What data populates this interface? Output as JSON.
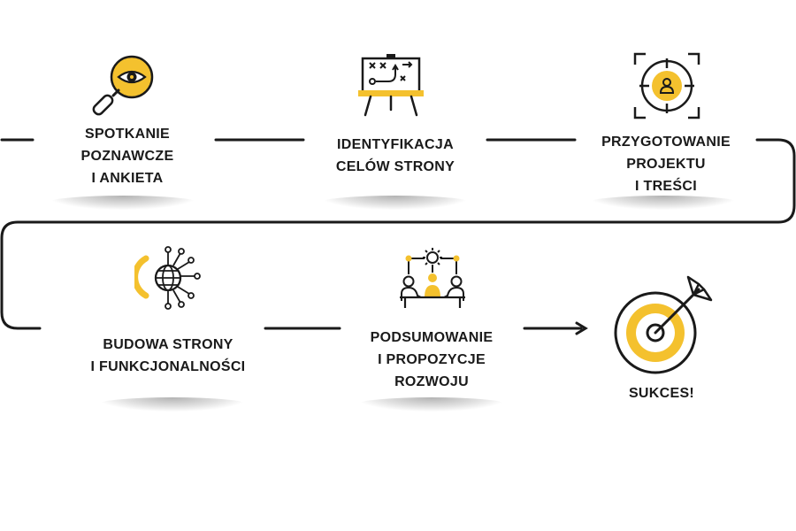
{
  "colors": {
    "accent": "#F4C12E",
    "ink": "#1a1a1a",
    "background": "#FFFFFF"
  },
  "steps": [
    {
      "label": "SPOTKANIE\nPOZNAWCZE\nI ANKIETA",
      "icon": "magnifier-eye-icon"
    },
    {
      "label": "IDENTYFIKACJA\nCELÓW STRONY",
      "icon": "strategy-board-icon"
    },
    {
      "label": "PRZYGOTOWANIE\nPROJEKTU\nI TREŚCI",
      "icon": "target-person-icon"
    },
    {
      "label": "BUDOWA STRONY\nI FUNKCJONALNOŚCI",
      "icon": "globe-network-icon"
    },
    {
      "label": "PODSUMOWANIE\nI PROPOZYCJE\nROZWOJU",
      "icon": "team-meeting-icon"
    },
    {
      "label": "SUKCES!",
      "icon": "bullseye-arrow-icon"
    }
  ]
}
